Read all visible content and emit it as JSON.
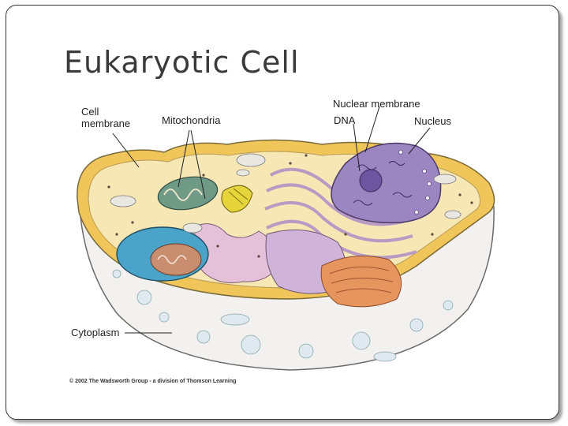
{
  "slide": {
    "title": "Eukaryotic Cell",
    "copyright": "© 2002 The Wadsworth Group - a division of Thomson Learning"
  },
  "labels": {
    "cell_membrane_line1": "Cell",
    "cell_membrane_line2": "membrane",
    "mitochondria": "Mitochondria",
    "nuclear_membrane": "Nuclear membrane",
    "dna": "DNA",
    "nucleus": "Nucleus",
    "cytoplasm": "Cytoplasm"
  },
  "colors": {
    "cytoplasm_fill": "#f6e7b4",
    "membrane_rim": "#f0c65a",
    "cell_body": "#f2f1ef",
    "mitochondria_green": "#6f9a86",
    "mitochondria_blue": "#4aa3c8",
    "nucleus_purple": "#9c86c2",
    "er_violet": "#c9a8cf",
    "golgi_orange": "#e7955f",
    "chloro_yellow": "#e5d43a"
  }
}
